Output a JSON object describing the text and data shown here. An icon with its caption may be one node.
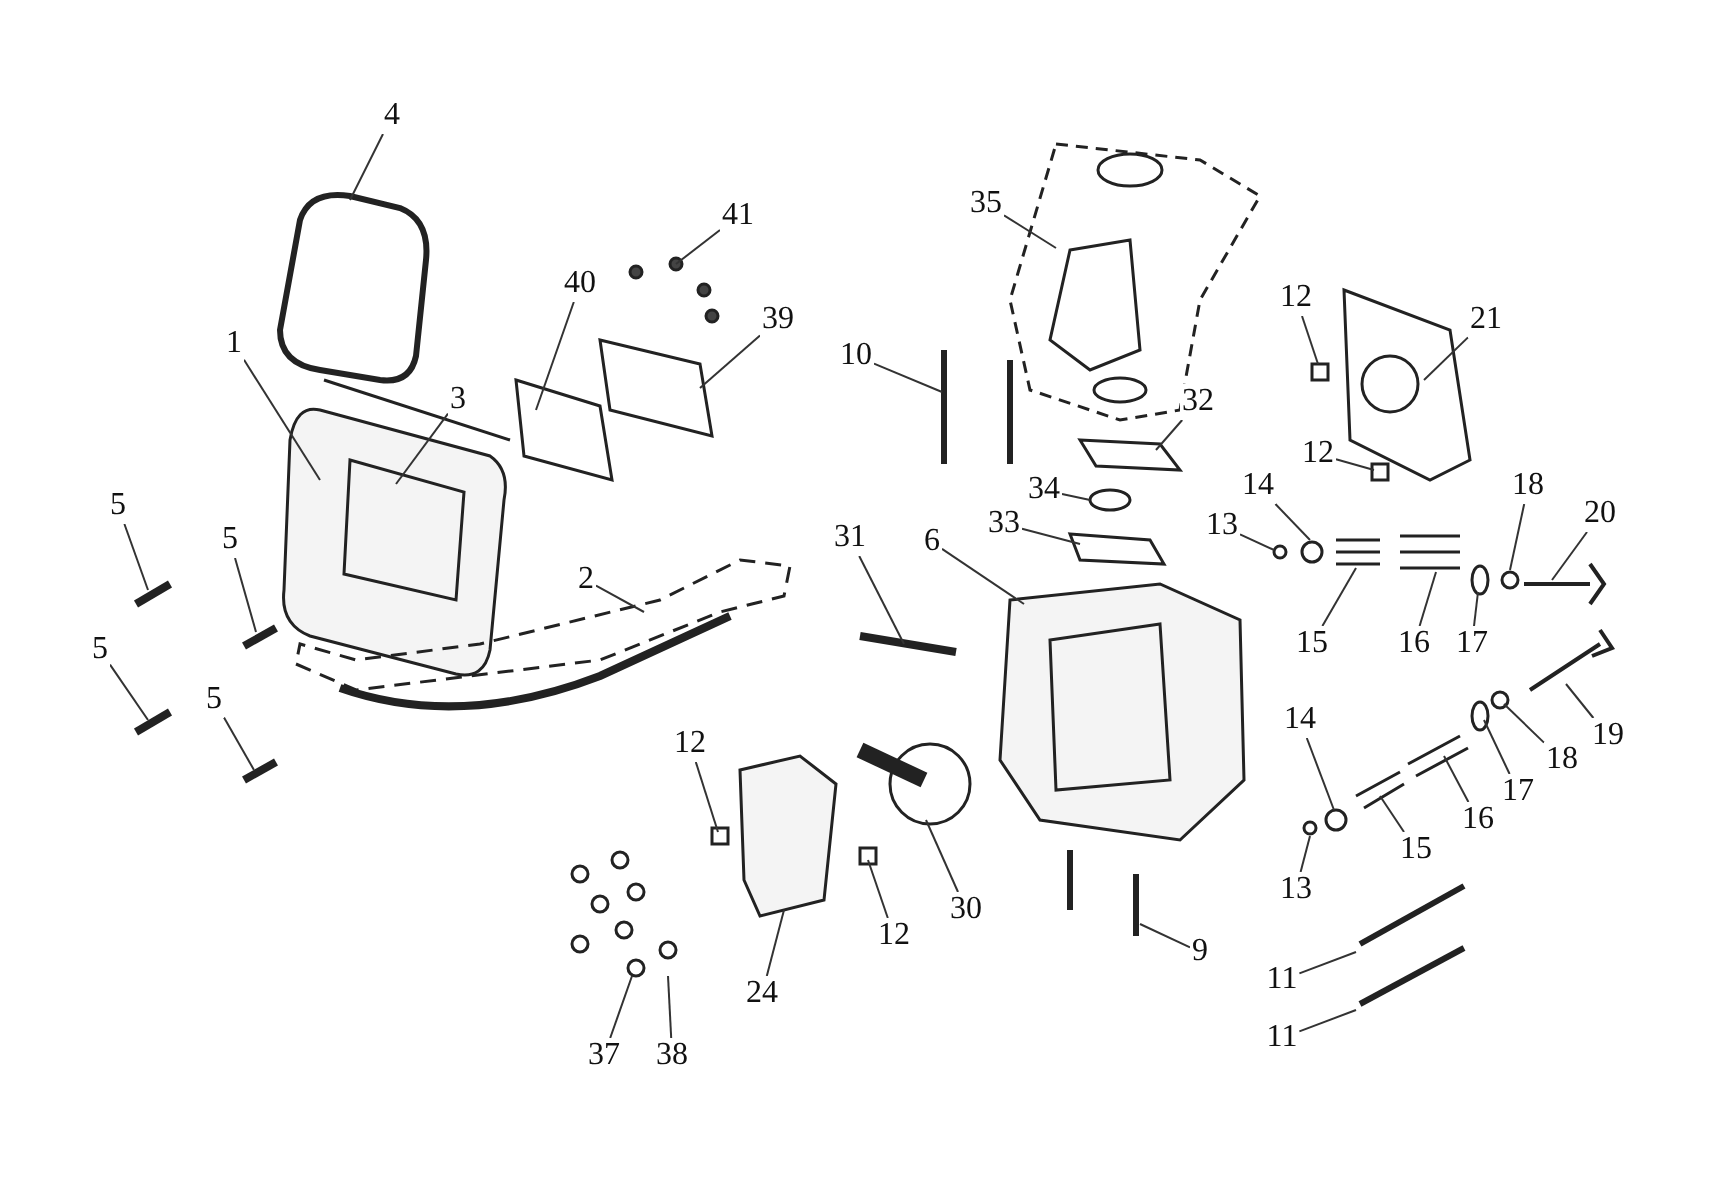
{
  "diagram": {
    "nodes": [
      {
        "text": [
          "4"
        ]
      },
      {
        "text": [
          "1"
        ]
      },
      {
        "text": [
          "3"
        ]
      },
      {
        "text": [
          "41"
        ]
      },
      {
        "text": [
          "40"
        ]
      },
      {
        "text": [
          "39"
        ]
      },
      {
        "text": [
          "5"
        ]
      },
      {
        "text": [
          "5"
        ]
      },
      {
        "text": [
          "5"
        ]
      },
      {
        "text": [
          "5"
        ]
      },
      {
        "text": [
          "2"
        ]
      },
      {
        "text": [
          "12"
        ]
      },
      {
        "text": [
          "24"
        ]
      },
      {
        "text": [
          "37"
        ]
      },
      {
        "text": [
          "38"
        ]
      },
      {
        "text": [
          "35"
        ]
      },
      {
        "text": [
          "10"
        ]
      },
      {
        "text": [
          "31"
        ]
      },
      {
        "text": [
          "6"
        ]
      },
      {
        "text": [
          "33"
        ]
      },
      {
        "text": [
          "34"
        ]
      },
      {
        "text": [
          "32"
        ]
      },
      {
        "text": [
          "12"
        ]
      },
      {
        "text": [
          "21"
        ]
      },
      {
        "text": [
          "12"
        ]
      },
      {
        "text": [
          "14"
        ]
      },
      {
        "text": [
          "13"
        ]
      },
      {
        "text": [
          "18"
        ]
      },
      {
        "text": [
          "20"
        ]
      },
      {
        "text": [
          "15"
        ]
      },
      {
        "text": [
          "16"
        ]
      },
      {
        "text": [
          "17"
        ]
      },
      {
        "text": [
          "19"
        ]
      },
      {
        "text": [
          "18"
        ]
      },
      {
        "text": [
          "17"
        ]
      },
      {
        "text": [
          "14"
        ]
      },
      {
        "text": [
          "16"
        ]
      },
      {
        "text": [
          "15"
        ]
      },
      {
        "text": [
          "13"
        ]
      },
      {
        "text": [
          "30"
        ]
      },
      {
        "text": [
          "12"
        ]
      },
      {
        "text": [
          "9"
        ]
      },
      {
        "text": [
          "11"
        ]
      },
      {
        "text": [
          "11"
        ]
      }
    ],
    "edges": [
      {
        "from": 0,
        "to": null,
        "arrow": "none"
      },
      {
        "from": 1,
        "to": null,
        "arrow": "none"
      },
      {
        "from": 2,
        "to": null,
        "arrow": "none"
      },
      {
        "from": 3,
        "to": null,
        "arrow": "none"
      },
      {
        "from": 4,
        "to": null,
        "arrow": "none"
      },
      {
        "from": 5,
        "to": null,
        "arrow": "none"
      },
      {
        "from": 6,
        "to": null,
        "arrow": "none"
      },
      {
        "from": 7,
        "to": null,
        "arrow": "none"
      },
      {
        "from": 8,
        "to": null,
        "arrow": "none"
      },
      {
        "from": 9,
        "to": null,
        "arrow": "none"
      },
      {
        "from": 10,
        "to": null,
        "arrow": "none"
      },
      {
        "from": 11,
        "to": null,
        "arrow": "none"
      },
      {
        "from": 12,
        "to": null,
        "arrow": "none"
      },
      {
        "from": 13,
        "to": null,
        "arrow": "none"
      },
      {
        "from": 14,
        "to": null,
        "arrow": "none"
      },
      {
        "from": 15,
        "to": null,
        "arrow": "none"
      },
      {
        "from": 16,
        "to": null,
        "arrow": "none"
      },
      {
        "from": 17,
        "to": null,
        "arrow": "none"
      },
      {
        "from": 18,
        "to": null,
        "arrow": "none"
      },
      {
        "from": 19,
        "to": null,
        "arrow": "none"
      },
      {
        "from": 20,
        "to": null,
        "arrow": "none"
      },
      {
        "from": 21,
        "to": null,
        "arrow": "none"
      },
      {
        "from": 22,
        "to": null,
        "arrow": "none"
      },
      {
        "from": 23,
        "to": null,
        "arrow": "none"
      },
      {
        "from": 24,
        "to": null,
        "arrow": "none"
      },
      {
        "from": 25,
        "to": null,
        "arrow": "none"
      },
      {
        "from": 26,
        "to": null,
        "arrow": "none"
      },
      {
        "from": 27,
        "to": null,
        "arrow": "none"
      },
      {
        "from": 28,
        "to": null,
        "arrow": "none"
      },
      {
        "from": 29,
        "to": null,
        "arrow": "none"
      },
      {
        "from": 30,
        "to": null,
        "arrow": "none"
      },
      {
        "from": 31,
        "to": null,
        "arrow": "none"
      },
      {
        "from": 32,
        "to": null,
        "arrow": "none"
      },
      {
        "from": 33,
        "to": null,
        "arrow": "none"
      },
      {
        "from": 34,
        "to": null,
        "arrow": "none"
      },
      {
        "from": 35,
        "to": null,
        "arrow": "none"
      },
      {
        "from": 36,
        "to": null,
        "arrow": "none"
      },
      {
        "from": 37,
        "to": null,
        "arrow": "none"
      },
      {
        "from": 38,
        "to": null,
        "arrow": "none"
      },
      {
        "from": 39,
        "to": null,
        "arrow": "none"
      },
      {
        "from": 40,
        "to": null,
        "arrow": "none"
      },
      {
        "from": 41,
        "to": null,
        "arrow": "none"
      },
      {
        "from": 42,
        "to": null,
        "arrow": "none"
      },
      {
        "from": 43,
        "to": null,
        "arrow": "none"
      }
    ]
  }
}
